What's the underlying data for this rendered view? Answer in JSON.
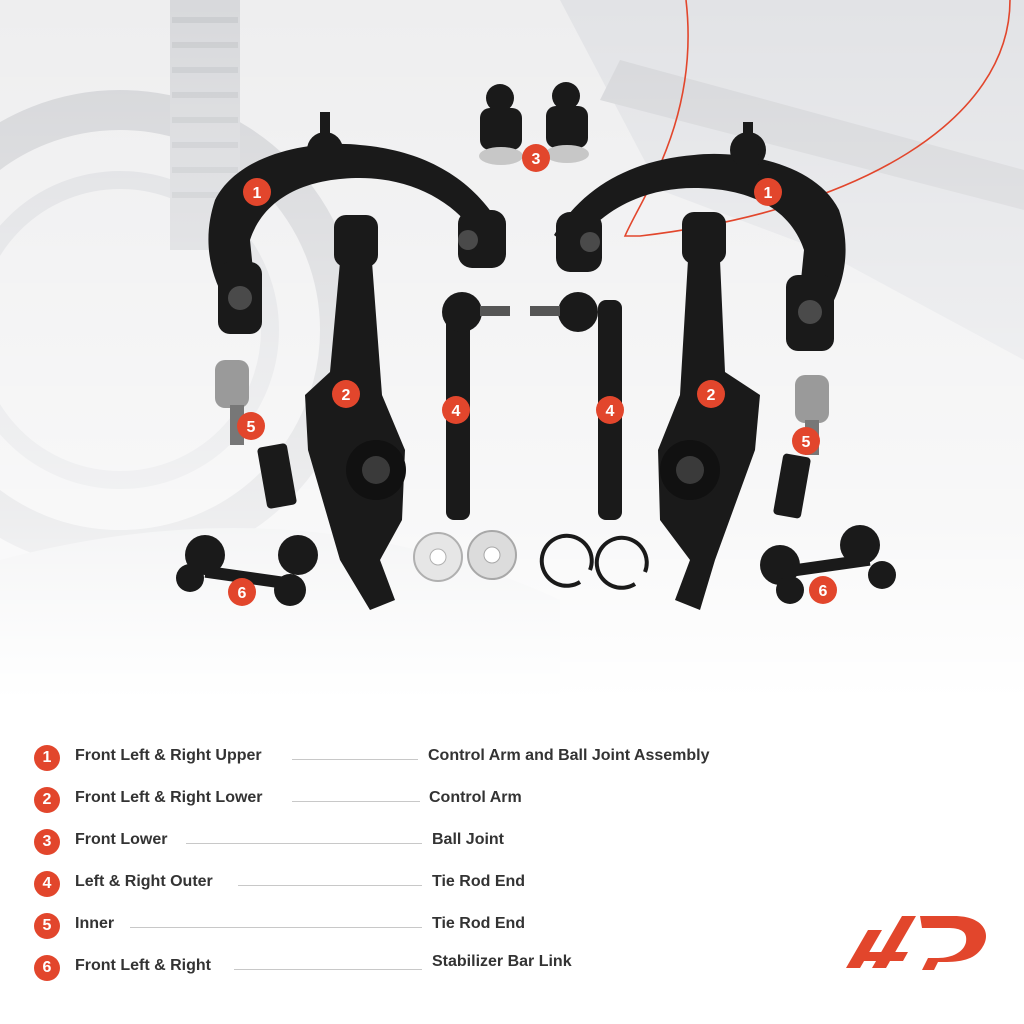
{
  "colors": {
    "accent": "#e2462c",
    "text": "#333333",
    "part": "#1a1a1a"
  },
  "callouts": [
    {
      "n": "1"
    },
    {
      "n": "3"
    },
    {
      "n": "1"
    },
    {
      "n": "2"
    },
    {
      "n": "4"
    },
    {
      "n": "4"
    },
    {
      "n": "2"
    },
    {
      "n": "5"
    },
    {
      "n": "5"
    },
    {
      "n": "6"
    },
    {
      "n": "6"
    }
  ],
  "legend": [
    {
      "n": "1",
      "left": "Front Left & Right Upper",
      "right": "Control Arm and Ball Joint Assembly"
    },
    {
      "n": "2",
      "left": "Front Left & Right Lower",
      "right": "Control Arm"
    },
    {
      "n": "3",
      "left": "Front Lower",
      "right": "Ball Joint"
    },
    {
      "n": "4",
      "left": "Left & Right Outer",
      "right": "Tie Rod End"
    },
    {
      "n": "5",
      "left": "Inner",
      "right": "Tie Rod End"
    },
    {
      "n": "6",
      "left": "Front Left & Right",
      "right": "Stabilizer Bar Link"
    }
  ],
  "icons": {
    "logo": "ap-logo-icon"
  }
}
